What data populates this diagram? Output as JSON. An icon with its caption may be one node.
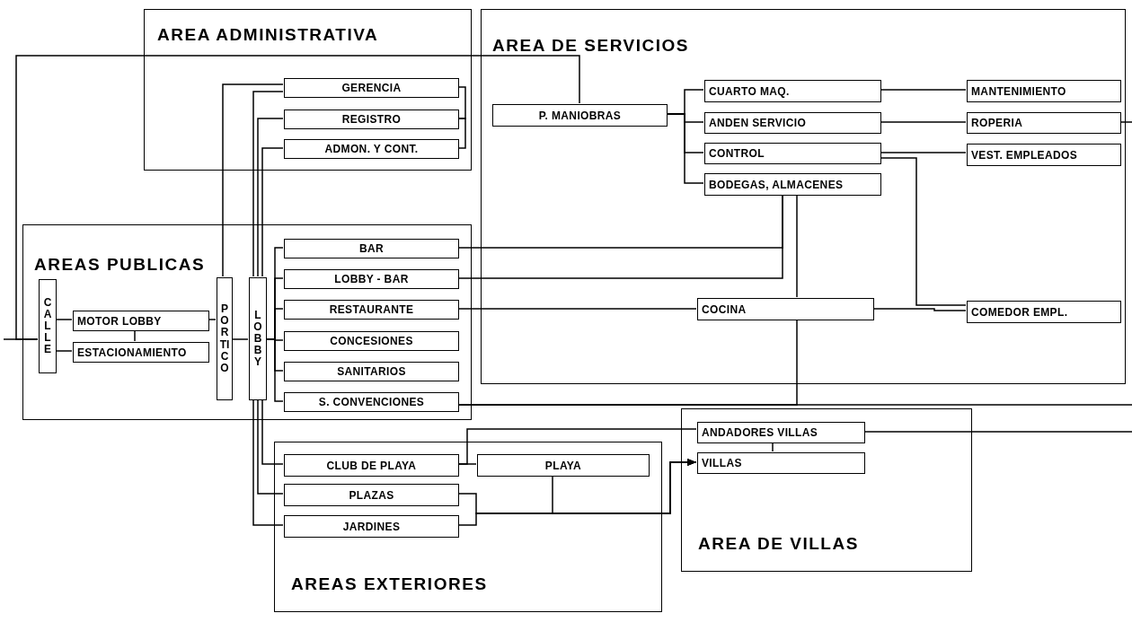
{
  "diagram": {
    "nodes": [
      {
        "text": [
          "AREA ADMINISTRATIVA"
        ]
      },
      {
        "text": [
          "AREA DE SERVICIOS"
        ]
      },
      {
        "text": [
          "AREAS PUBLICAS"
        ]
      },
      {
        "text": [
          "AREAS EXTERIORES"
        ]
      },
      {
        "text": [
          "AREA DE VILLAS"
        ]
      },
      {
        "text": [
          "GERENCIA"
        ],
        "in": 0
      },
      {
        "text": [
          "REGISTRO"
        ],
        "in": 0
      },
      {
        "text": [
          "ADMON. Y CONT."
        ],
        "in": 0
      },
      {
        "text": [
          "P. MANIOBRAS"
        ],
        "in": 1
      },
      {
        "text": [
          "CUARTO MAQ."
        ],
        "in": 1
      },
      {
        "text": [
          "ANDEN SERVICIO"
        ],
        "in": 1
      },
      {
        "text": [
          "CONTROL"
        ],
        "in": 1
      },
      {
        "text": [
          "BODEGAS, ALMACENES"
        ],
        "in": 1
      },
      {
        "text": [
          "MANTENIMIENTO"
        ],
        "in": 1
      },
      {
        "text": [
          "ROPERIA"
        ],
        "in": 1
      },
      {
        "text": [
          "VEST. EMPLEADOS"
        ],
        "in": 1
      },
      {
        "text": [
          "COCINA"
        ],
        "in": 1
      },
      {
        "text": [
          "COMEDOR EMPL."
        ],
        "in": 1
      },
      {
        "text": [
          "CALLE"
        ],
        "in": 2
      },
      {
        "text": [
          "MOTOR LOBBY"
        ],
        "in": 2
      },
      {
        "text": [
          "ESTACIONAMIENTO"
        ],
        "in": 2
      },
      {
        "text": [
          "PORTICO"
        ],
        "in": 2
      },
      {
        "text": [
          "LOBBY"
        ],
        "in": 2
      },
      {
        "text": [
          "BAR"
        ],
        "in": 2
      },
      {
        "text": [
          "LOBBY - BAR"
        ],
        "in": 2
      },
      {
        "text": [
          "RESTAURANTE"
        ],
        "in": 2
      },
      {
        "text": [
          "CONCESIONES"
        ],
        "in": 2
      },
      {
        "text": [
          "SANITARIOS"
        ],
        "in": 2
      },
      {
        "text": [
          "S. CONVENCIONES"
        ],
        "in": 2
      },
      {
        "text": [
          "CLUB DE PLAYA"
        ],
        "in": 3
      },
      {
        "text": [
          "PLAYA"
        ],
        "in": 3
      },
      {
        "text": [
          "PLAZAS"
        ],
        "in": 3
      },
      {
        "text": [
          "JARDINES"
        ],
        "in": 3
      },
      {
        "text": [
          "ANDADORES VILLAS"
        ],
        "in": 4
      },
      {
        "text": [
          "VILLAS"
        ],
        "in": 4
      }
    ],
    "edges": [
      {
        "from": null,
        "to": 18,
        "arrow": "none"
      },
      {
        "from": 18,
        "to": 8,
        "arrow": "none"
      },
      {
        "from": 18,
        "to": 19,
        "arrow": "none"
      },
      {
        "from": 18,
        "to": 20,
        "arrow": "none"
      },
      {
        "from": 19,
        "to": 20,
        "arrow": "none"
      },
      {
        "from": 19,
        "to": 21,
        "arrow": "none"
      },
      {
        "from": 21,
        "to": 5,
        "arrow": "none"
      },
      {
        "from": 21,
        "to": 22,
        "arrow": "none"
      },
      {
        "from": 22,
        "to": 5,
        "arrow": "none"
      },
      {
        "from": 22,
        "to": 6,
        "arrow": "none"
      },
      {
        "from": 22,
        "to": 7,
        "arrow": "none"
      },
      {
        "from": 22,
        "to": 23,
        "arrow": "none"
      },
      {
        "from": 22,
        "to": 24,
        "arrow": "none"
      },
      {
        "from": 22,
        "to": 25,
        "arrow": "none"
      },
      {
        "from": 22,
        "to": 26,
        "arrow": "none"
      },
      {
        "from": 22,
        "to": 27,
        "arrow": "none"
      },
      {
        "from": 22,
        "to": 28,
        "arrow": "none"
      },
      {
        "from": 22,
        "to": 29,
        "arrow": "none"
      },
      {
        "from": 22,
        "to": 31,
        "arrow": "none"
      },
      {
        "from": 22,
        "to": 32,
        "arrow": "none"
      },
      {
        "from": 5,
        "to": 6,
        "arrow": "none"
      },
      {
        "from": 6,
        "to": 7,
        "arrow": "none"
      },
      {
        "from": 8,
        "to": 9,
        "arrow": "none"
      },
      {
        "from": 8,
        "to": 10,
        "arrow": "none"
      },
      {
        "from": 8,
        "to": 11,
        "arrow": "none"
      },
      {
        "from": 8,
        "to": 12,
        "arrow": "none"
      },
      {
        "from": 9,
        "to": 13,
        "arrow": "none"
      },
      {
        "from": 10,
        "to": 14,
        "arrow": "none"
      },
      {
        "from": 11,
        "to": 15,
        "arrow": "none"
      },
      {
        "from": 11,
        "to": 17,
        "arrow": "none"
      },
      {
        "from": 12,
        "to": 23,
        "arrow": "none"
      },
      {
        "from": 12,
        "to": 24,
        "arrow": "none"
      },
      {
        "from": 12,
        "to": 16,
        "arrow": "none"
      },
      {
        "from": 16,
        "to": 28,
        "arrow": "none"
      },
      {
        "from": 28,
        "to": null,
        "arrow": "none"
      },
      {
        "from": 25,
        "to": 16,
        "arrow": "none"
      },
      {
        "from": 16,
        "to": 17,
        "arrow": "none"
      },
      {
        "from": 14,
        "to": null,
        "arrow": "none"
      },
      {
        "from": 33,
        "to": null,
        "arrow": "none"
      },
      {
        "from": 33,
        "to": 34,
        "arrow": "none"
      },
      {
        "from": 29,
        "to": 30,
        "arrow": "none"
      },
      {
        "from": 29,
        "to": 33,
        "arrow": "none"
      },
      {
        "from": 30,
        "to": 34,
        "arrow": "to"
      },
      {
        "from": 31,
        "to": 34,
        "arrow": "to"
      },
      {
        "from": 32,
        "to": 34,
        "arrow": "to"
      }
    ]
  }
}
